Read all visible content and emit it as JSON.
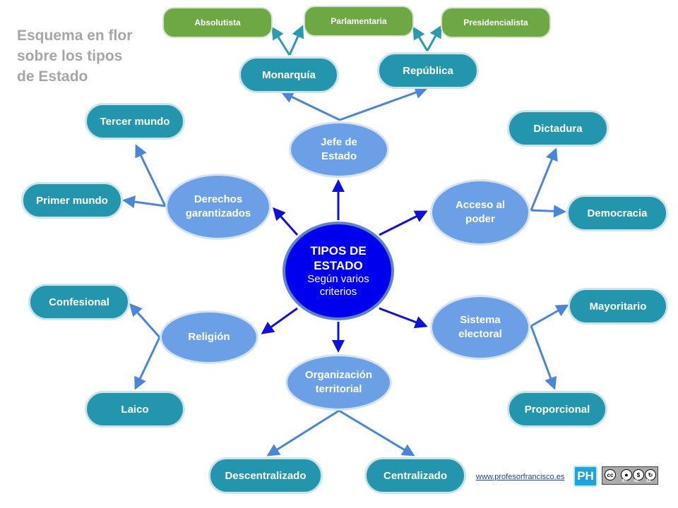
{
  "title": "Esquema en flor\nsobre los tipos\nde Estado",
  "center": {
    "title": "TIPOS DE\nESTADO",
    "subtitle": "Según varios\ncriterios"
  },
  "petals": {
    "jefe": "Jefe de\nEstado",
    "acceso": "Acceso al\npoder",
    "sistema": "Sistema\nelectoral",
    "organizacion": "Organización\nterritorial",
    "religion": "Religión",
    "derechos": "Derechos\ngarantizados"
  },
  "leaves": {
    "monarquia": "Monarquía",
    "republica": "República",
    "absolutista": "Absolutista",
    "parlamentaria": "Parlamentaria",
    "presidencialista": "Presidencialista",
    "dictadura": "Dictadura",
    "democracia": "Democracia",
    "mayoritario": "Mayoritario",
    "proporcional": "Proporcional",
    "descentralizado": "Descentralizado",
    "centralizado": "Centralizado",
    "laico": "Laico",
    "confesional": "Confesional",
    "primer_mundo": "Primer mundo",
    "tercer_mundo": "Tercer mundo"
  },
  "footer": {
    "url": "www.profesorfrancisco.es",
    "logo": "PH",
    "license": {
      "cc": "cc",
      "by": "BY",
      "nc": "NC",
      "sa": "SA"
    }
  },
  "colors": {
    "center": "#0000ee",
    "petal": "#6b9fe6",
    "leaf": "#2395ad",
    "subleaf": "#6ea845",
    "arrow_dark": "#1010d8",
    "arrow_light": "#4a86d8",
    "arrow_teal": "#2a9ab0"
  }
}
